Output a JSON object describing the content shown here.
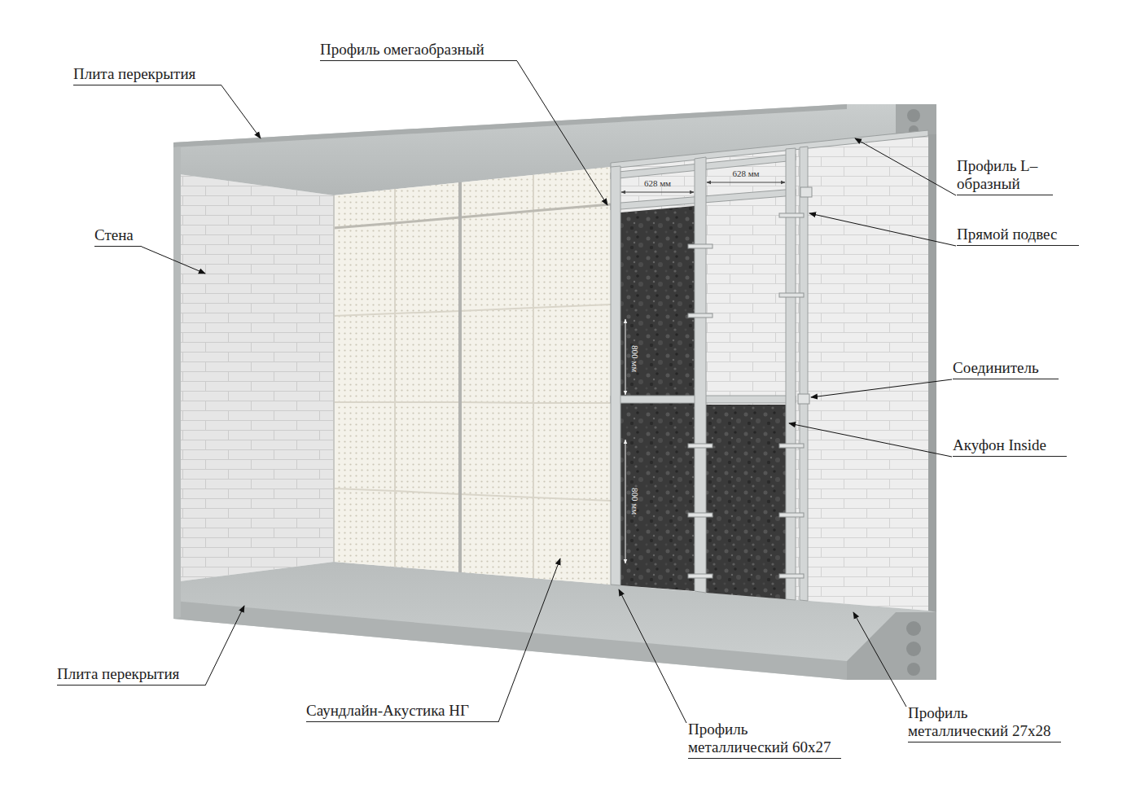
{
  "diagram": {
    "labels": [
      "Плита перекрытия",
      "Профиль омегаобразный",
      "Стена",
      "Профиль L–образный",
      "Прямой подвес",
      "628 мм",
      "628 мм",
      "800 мм",
      "800 мм",
      "Соединитель",
      "Акуфон Inside",
      "Плита перекрытия",
      "Саундлайн-Акустика НГ",
      "Профиль металлический 60х27",
      "Профиль металлический 27х28"
    ]
  }
}
